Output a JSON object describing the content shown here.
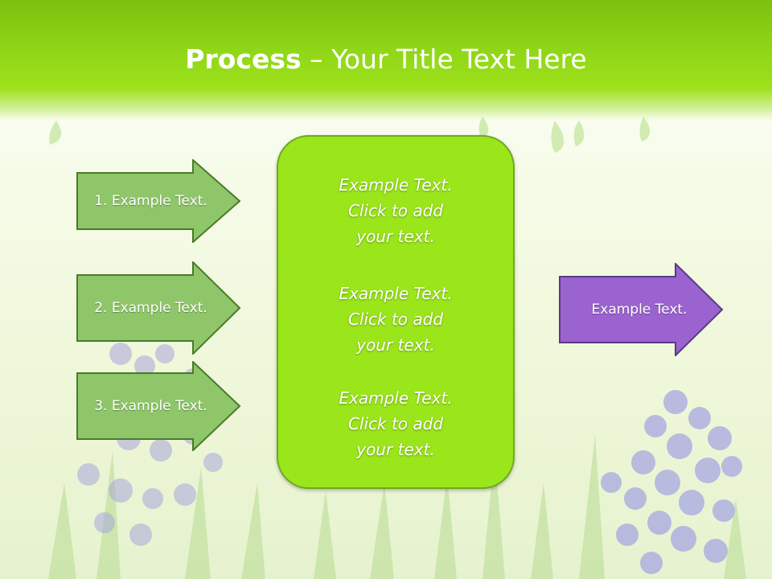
{
  "title": {
    "bold": "Process",
    "rest": " – Your Title Text Here"
  },
  "left_arrows": [
    {
      "label": "1. Example Text."
    },
    {
      "label": "2. Example Text."
    },
    {
      "label": "3. Example Text."
    }
  ],
  "center_blocks": [
    {
      "line1": "Example Text.",
      "line2": "Click  to add",
      "line3": "your text."
    },
    {
      "line1": "Example Text.",
      "line2": "Click  to add",
      "line3": "your text."
    },
    {
      "line1": "Example Text.",
      "line2": "Click  to add",
      "line3": "your text."
    }
  ],
  "right_arrow": {
    "label": "Example Text."
  },
  "colors": {
    "band": "#8fd617",
    "left_arrow_fill": "#8fc66a",
    "left_arrow_stroke": "#4a7a2a",
    "center_box": "#9be51b",
    "right_arrow_fill": "#9a63cf",
    "right_arrow_stroke": "#5b3a86"
  }
}
